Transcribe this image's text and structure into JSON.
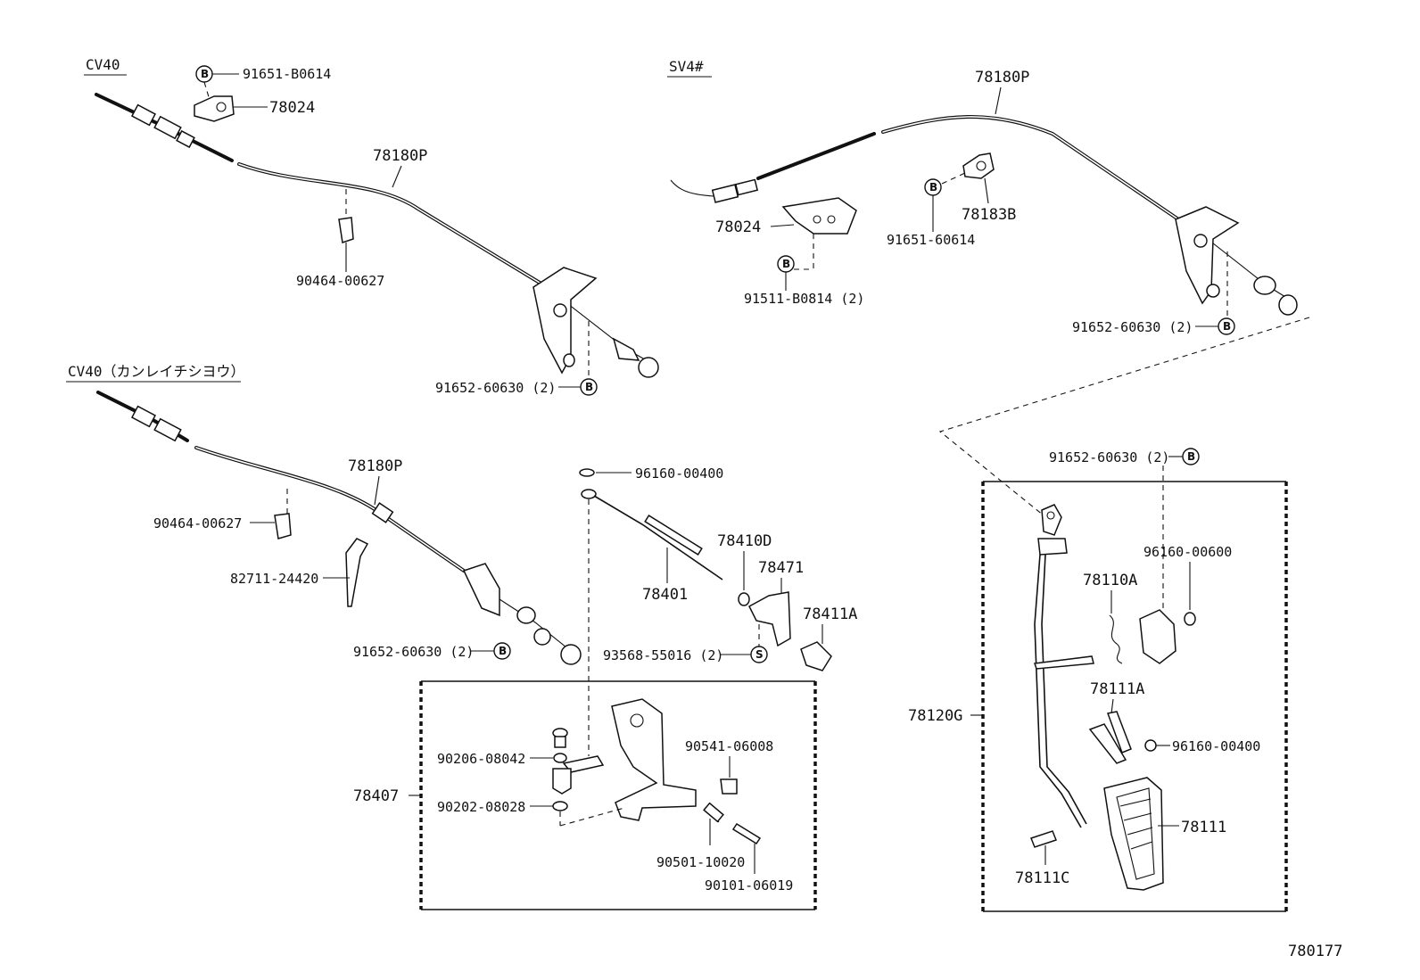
{
  "sections": {
    "cv40": "CV40",
    "sv4": "SV4#",
    "cv40_cold": "CV40（カンレイチシヨウ）"
  },
  "marks": {
    "b": "B",
    "s": "S"
  },
  "labels": {
    "cv40_91651": "91651-B0614",
    "cv40_78024": "78024",
    "cv40_78180p": "78180P",
    "cv40_90464": "90464-00627",
    "cv40_91652": "91652-60630 (2)",
    "sv4_78180p": "78180P",
    "sv4_78183b": "78183B",
    "sv4_78024": "78024",
    "sv4_91651": "91651-60614",
    "sv4_91511": "91511-B0814 (2)",
    "sv4_91652": "91652-60630 (2)",
    "cold_78180p": "78180P",
    "cold_90464": "90464-00627",
    "cold_82711": "82711-24420",
    "cold_91652": "91652-60630 (2)",
    "l_96160_00400": "96160-00400",
    "l_78410d": "78410D",
    "l_78471": "78471",
    "l_78401": "78401",
    "l_78411a": "78411A",
    "l_93568": "93568-55016 (2)",
    "l_90206": "90206-08042",
    "l_90541": "90541-06008",
    "l_78407": "78407",
    "l_90202": "90202-08028",
    "l_90501": "90501-10020",
    "l_90101": "90101-06019",
    "p_91652": "91652-60630 (2)",
    "p_96160_00600": "96160-00600",
    "p_78110a": "78110A",
    "p_78120g": "78120G",
    "p_78111a": "78111A",
    "p_96160_00400": "96160-00400",
    "p_78111": "78111",
    "p_78111c": "78111C"
  },
  "footer": {
    "diagram_number": "780177"
  }
}
